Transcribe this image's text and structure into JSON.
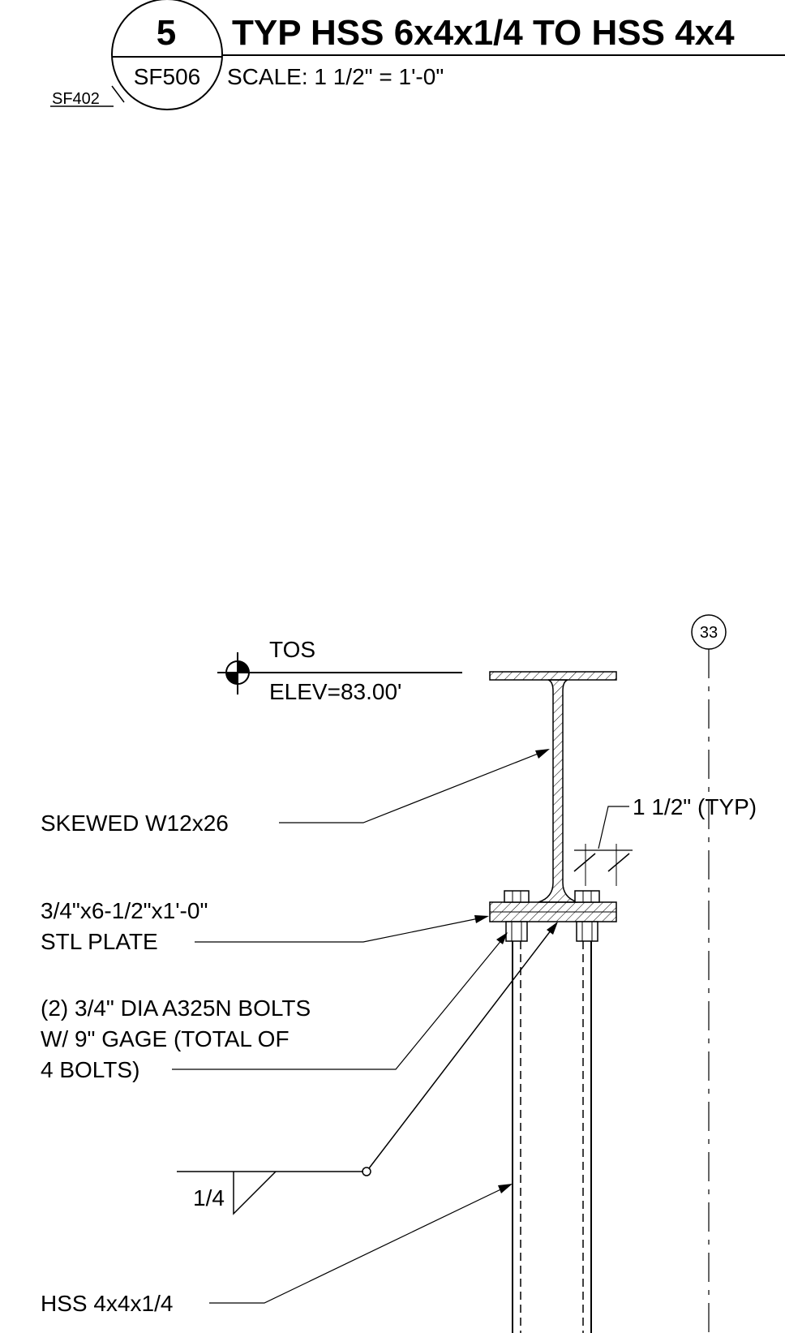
{
  "detail_marker": {
    "number": "5",
    "sheet": "SF506",
    "reference_sheet": "SF402"
  },
  "title": {
    "text": "TYP HSS 6x4x1/4 TO HSS 4x4",
    "scale": "SCALE:  1 1/2\" = 1'-0\""
  },
  "grid_bubble": {
    "label": "33"
  },
  "elevation": {
    "label_top": "TOS",
    "label_bottom": "ELEV=83.00'"
  },
  "callouts": {
    "beam": "SKEWED W12x26",
    "plate_line1": "3/4\"x6-1/2\"x1'-0\"",
    "plate_line2": "STL PLATE",
    "bolts_line1": "(2) 3/4\" DIA A325N BOLTS",
    "bolts_line2": "W/ 9\" GAGE (TOTAL OF",
    "bolts_line3": "4 BOLTS)",
    "weld_size": "1/4",
    "column": "HSS 4x4x1/4",
    "edge_distance": "1 1/2\" (TYP)"
  }
}
